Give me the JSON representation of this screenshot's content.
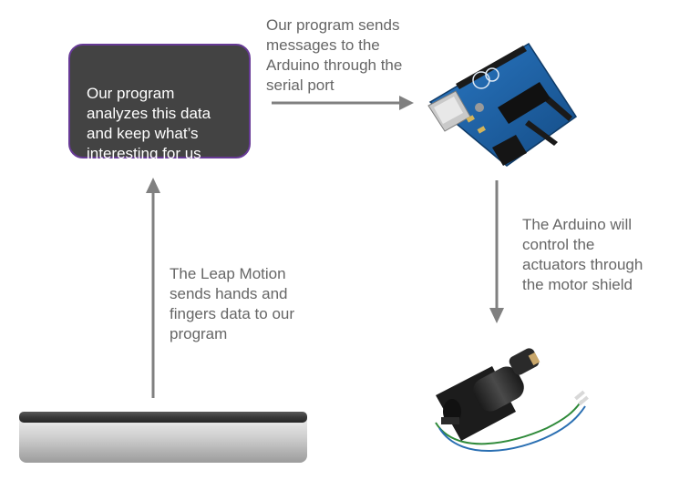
{
  "program_box": {
    "text": "Our program\nanalyzes this data\nand keep what’s\ninteresting for us"
  },
  "labels": {
    "program_to_arduino": "Our program sends\nmessages to the\nArduino through the\nserial port",
    "arduino_to_actuator": "The Arduino will\ncontrol the\nactuators through\nthe motor shield",
    "leap_to_program": "The Leap Motion\nsends hands and\nfingers data to our\nprogram"
  },
  "images": {
    "arduino": "arduino-uno-board",
    "actuator": "door-lock-actuator",
    "leap_motion": "leap-motion-device"
  },
  "colors": {
    "box_fill": "#434343",
    "box_border": "#673a96",
    "text_gray": "#666666",
    "arrow_gray": "#808080",
    "board_blue": "#1d63a8"
  }
}
